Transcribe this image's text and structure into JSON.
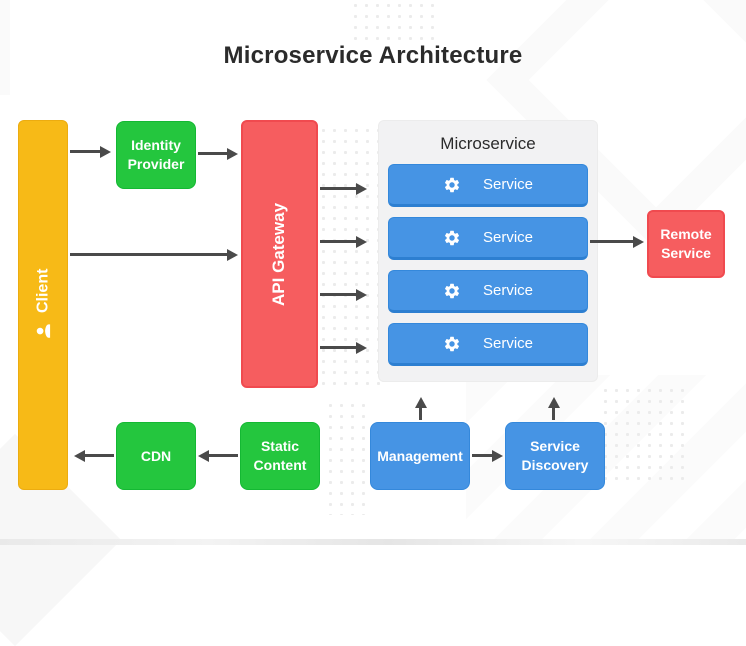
{
  "title": "Microservice Architecture",
  "palette": {
    "client_yellow": "#F7BA17",
    "green": "#24C63E",
    "red": "#F65D5F",
    "blue": "#4694E4",
    "panel_gray": "#F2F2F3",
    "arrow_gray": "#4A4A4A",
    "title_text": "#2B2B2B"
  },
  "nodes": {
    "client": {
      "label": "Client",
      "icon": "person-icon"
    },
    "identity_provider": {
      "label": "Identity Provider"
    },
    "api_gateway": {
      "label": "API Gateway"
    },
    "microservice_panel": {
      "title": "Microservice",
      "services": [
        {
          "label": "Service",
          "icon": "gear-icon"
        },
        {
          "label": "Service",
          "icon": "gear-icon"
        },
        {
          "label": "Service",
          "icon": "gear-icon"
        },
        {
          "label": "Service",
          "icon": "gear-icon"
        }
      ]
    },
    "remote_service": {
      "label": "Remote Service"
    },
    "cdn": {
      "label": "CDN"
    },
    "static_content": {
      "label": "Static Content"
    },
    "management": {
      "label": "Management"
    },
    "service_discovery": {
      "label": "Service Discovery"
    }
  }
}
